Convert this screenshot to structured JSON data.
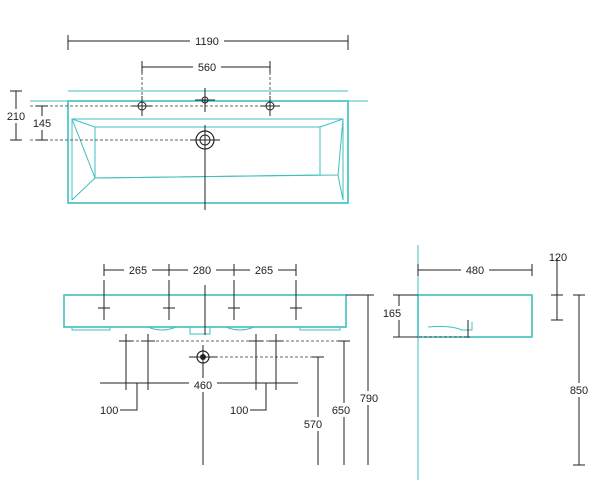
{
  "top_view": {
    "total_width": "1190",
    "hole_spacing": "560",
    "depth_outer": "210",
    "depth_inner": "145"
  },
  "front_view": {
    "spacing_left": "265",
    "spacing_middle": "280",
    "spacing_right": "265",
    "pipe_spacing": "460",
    "offset_left": "100",
    "offset_right": "100",
    "height_570": "570",
    "height_650": "650",
    "height_790": "790"
  },
  "side_view": {
    "depth": "480",
    "rim_height": "120",
    "bowl_height": "165",
    "total_height": "850"
  }
}
